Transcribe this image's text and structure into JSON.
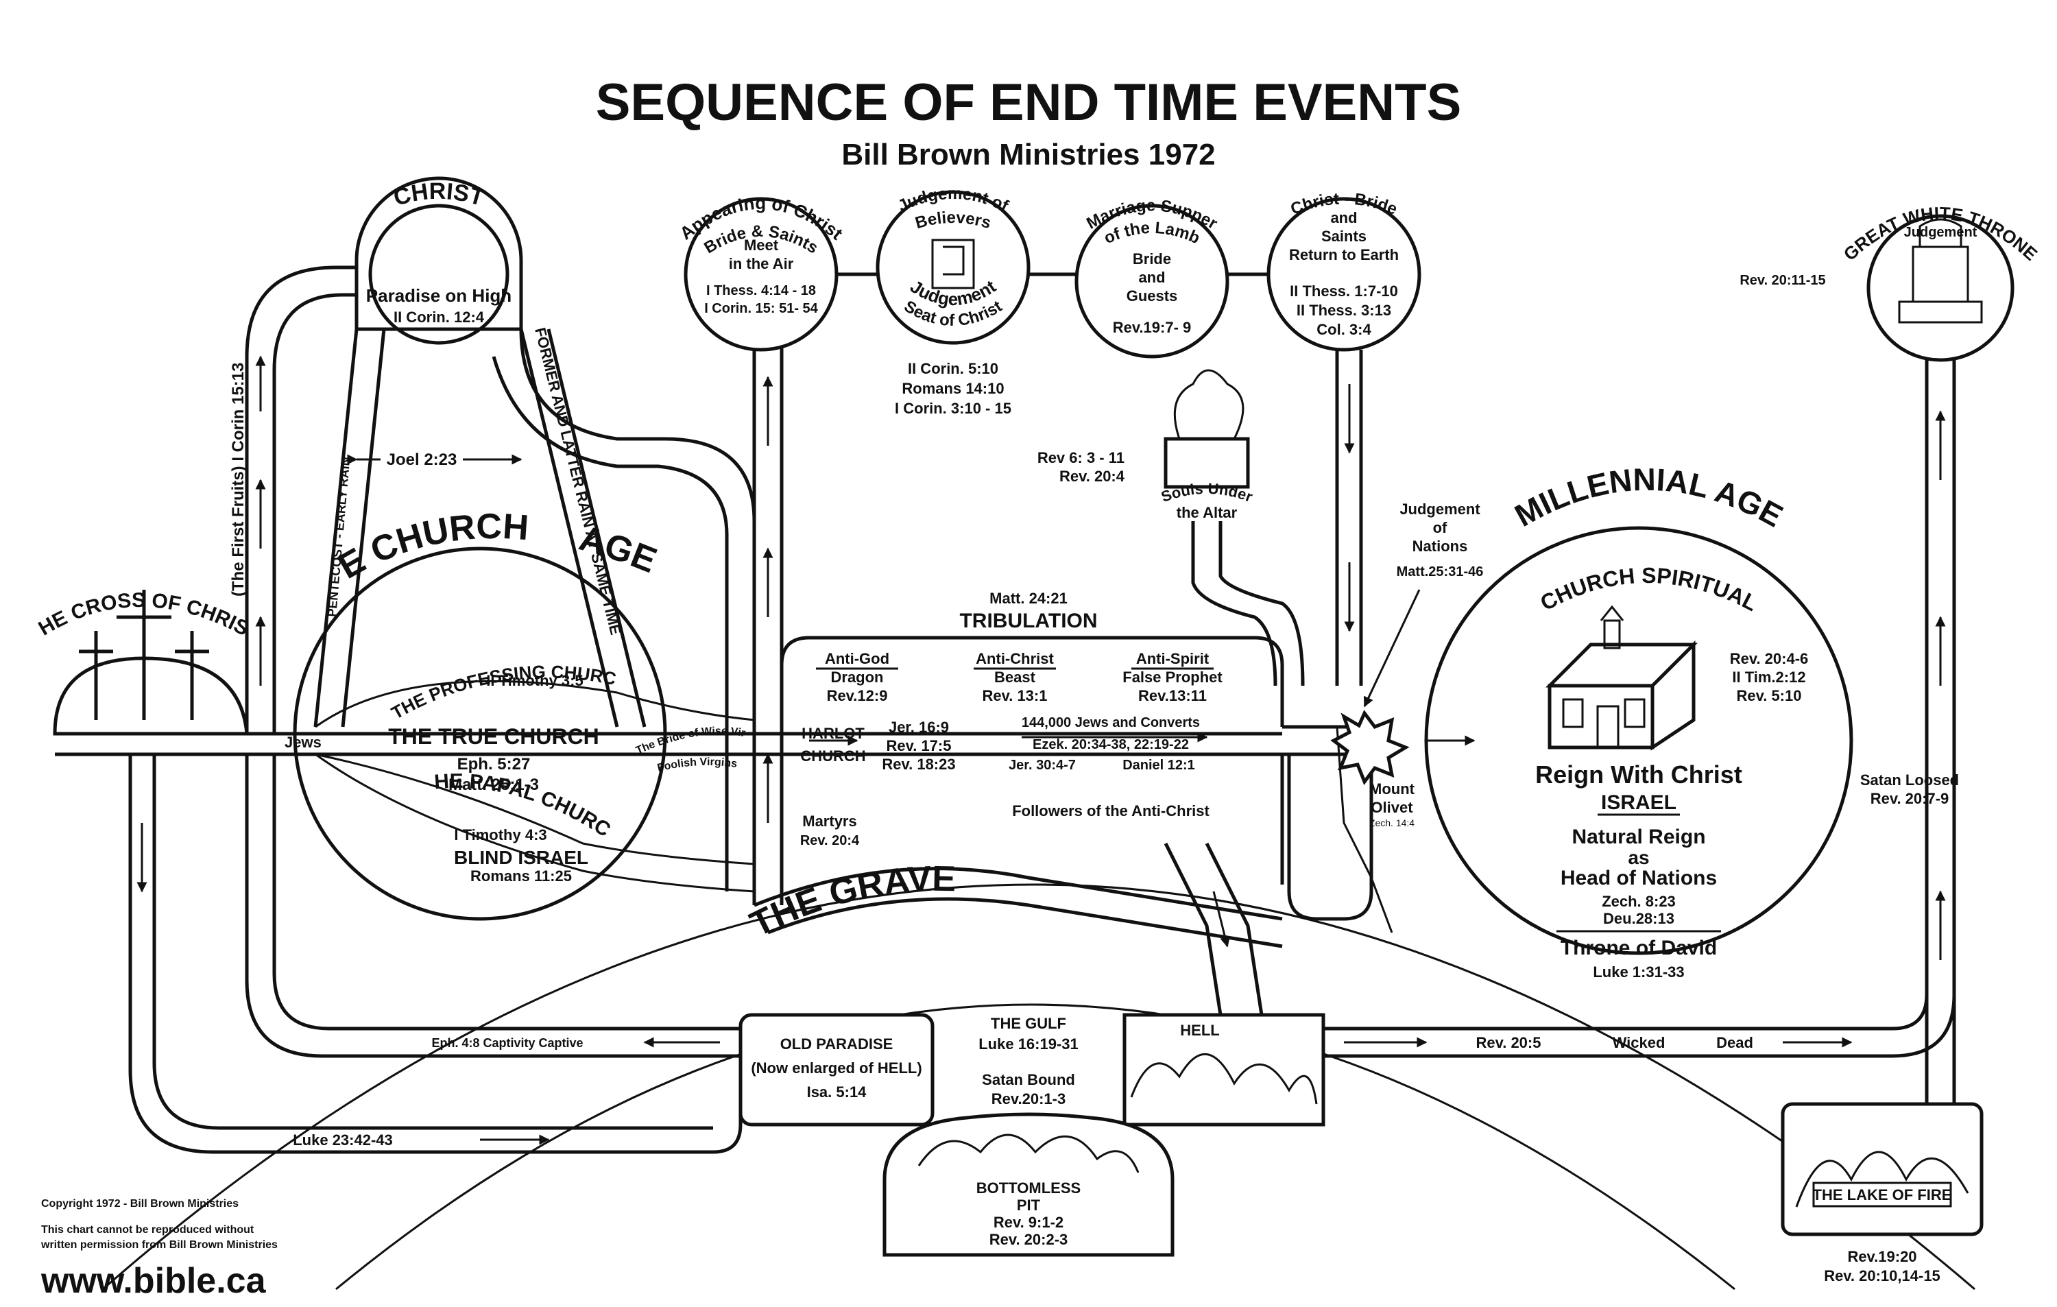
{
  "title": "SEQUENCE OF END TIME EVENTS",
  "subtitle": "Bill Brown Ministries 1972",
  "cross": {
    "label": "THE CROSS OF CHRIST",
    "first_fruits": "(The First Fruits) I Corin 15:13"
  },
  "christ": {
    "label": "CHRIST",
    "paradise": "Paradise on High",
    "paradise_ref": "II Corin. 12:4"
  },
  "rain": {
    "early": "PENTECOST - EARLY RAIN",
    "former_latter": "FORMER AND LATTER RAIN AT SAME TIME",
    "joel": "Joel 2:23"
  },
  "church_age": {
    "label_left": "THE CHURCH",
    "label_right": "AGE"
  },
  "streams": {
    "jews": "Jews",
    "professing": "THE PROFESSING CHURCH",
    "professing_ref": "II Timothy 3:5",
    "true_church": "THE TRUE CHURCH",
    "true_ref1": "Eph. 5:27",
    "true_ref2": "Matt. 25:1-3",
    "papal": "THE PAPAL CHURCH",
    "papal_ref": "I Timothy 4:3",
    "blind": "BLIND ISRAEL",
    "blind_ref": "Romans 11:25",
    "bride": "The Bride of Wise Virgins",
    "foolish": "Foolish Virgins"
  },
  "circles": {
    "appearing": {
      "arc": "Appearing of Christ",
      "inner_arc": "Bride & Saints",
      "line1": "Meet",
      "line2": "in the Air",
      "ref1": "I Thess. 4:14 - 18",
      "ref2": "I Corin. 15: 51- 54"
    },
    "judgement": {
      "arc": "Judgement of",
      "inner_arc": "Believers",
      "bottom1": "Judgement",
      "bottom2": "Seat of Christ",
      "ref1": "II Corin. 5:10",
      "ref2": "Romans 14:10",
      "ref3": "I Corin. 3:10 - 15"
    },
    "marriage": {
      "arc": "Marriage Supper",
      "inner_arc": "of the Lamb",
      "line1": "Bride",
      "line2": "and",
      "line3": "Guests",
      "ref": "Rev.19:7- 9"
    },
    "return": {
      "arc": "Christ - Bride",
      "line1": "and",
      "line2": "Saints",
      "line3": "Return to Earth",
      "ref1": "II Thess. 1:7-10",
      "ref2": "II Thess. 3:13",
      "ref3": "Col. 3:4"
    }
  },
  "great_white_throne": {
    "arc": "GREAT WHITE THRONE",
    "inner": "Judgement",
    "ref": "Rev. 20:11-15"
  },
  "souls": {
    "ref1": "Rev 6: 3 - 11",
    "ref2": "Rev. 20:4",
    "label1": "Souls Under",
    "label2": "the Altar"
  },
  "nations": {
    "line1": "Judgement",
    "line2": "of",
    "line3": "Nations",
    "ref": "Matt.25:31-46"
  },
  "tribulation": {
    "ref": "Matt. 24:21",
    "label": "TRIBULATION",
    "cols": [
      {
        "head": "Anti-God",
        "l1": "Dragon",
        "l2": "Rev.12:9"
      },
      {
        "head": "Anti-Christ",
        "l1": "Beast",
        "l2": "Rev. 13:1"
      },
      {
        "head": "Anti-Spirit",
        "l1": "False Prophet",
        "l2": "Rev.13:11"
      }
    ],
    "harlot1": "HARLOT",
    "harlot2": "CHURCH",
    "jer": "Jer. 16:9",
    "rev17": "Rev. 17:5",
    "rev18": "Rev. 18:23",
    "jews144": "144,000 Jews and Converts",
    "ezek": "Ezek. 20:34-38, 22:19-22",
    "jer30": "Jer. 30:4-7",
    "daniel": "Daniel 12:1",
    "martyrs": "Martyrs",
    "martyrs_ref": "Rev. 20:4",
    "followers": "Followers of the Anti-Christ"
  },
  "mount": {
    "line1": "Mount",
    "line2": "Olivet",
    "ref": "Zech. 14:4"
  },
  "grave": "THE GRAVE",
  "millennial": {
    "arc": "MILLENNIAL AGE",
    "spiritual": "CHURCH SPIRITUAL",
    "refs": [
      "Rev. 20:4-6",
      "II Tim.2:12",
      "Rev. 5:10"
    ],
    "reign": "Reign With Christ",
    "israel": "ISRAEL",
    "natural1": "Natural Reign",
    "natural2": "as",
    "natural3": "Head of Nations",
    "zech": "Zech. 8:23",
    "deu": "Deu.28:13",
    "throne": "Throne of David",
    "luke": "Luke 1:31-33"
  },
  "satan_loosed": {
    "label": "Satan Loosed",
    "ref": "Rev. 20:7-9"
  },
  "lower": {
    "eph": "Eph. 4:8  Captivity Captive",
    "old1": "OLD PARADISE",
    "old2": "(Now enlarged of HELL)",
    "old3": "Isa. 5:14",
    "luke23": "Luke 23:42-43",
    "gulf1": "THE GULF",
    "gulf2": "Luke 16:19-31",
    "satan1": "Satan Bound",
    "satan2": "Rev.20:1-3",
    "hell": "HELL",
    "rev205": "Rev. 20:5",
    "wicked": "Wicked",
    "dead": "Dead",
    "pit1": "BOTTOMLESS",
    "pit2": "PIT",
    "pit3": "Rev. 9:1-2",
    "pit4": "Rev. 20:2-3",
    "lake": "THE LAKE OF FIRE",
    "lake_ref1": "Rev.19:20",
    "lake_ref2": "Rev. 20:10,14-15"
  },
  "footer": {
    "copyright": "Copyright 1972 - Bill Brown Ministries",
    "notice1": "This chart cannot be reproduced without",
    "notice2": "written permission from Bill Brown Ministries",
    "url": "www.bible.ca"
  }
}
